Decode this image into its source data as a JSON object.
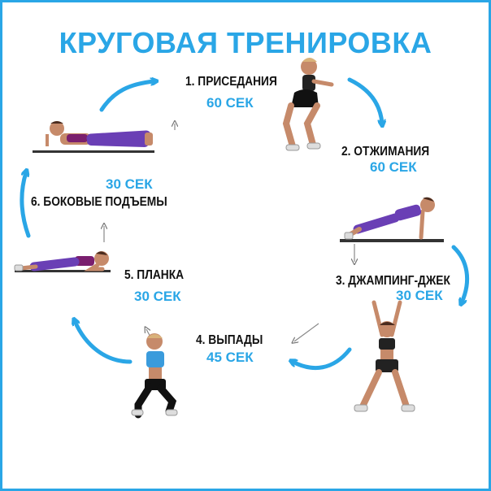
{
  "title": "КРУГОВАЯ ТРЕНИРОВКА",
  "accent_color": "#2aa6e6",
  "exercises": [
    {
      "name": "1. ПРИСЕДАНИЯ",
      "time": "60 СЕК"
    },
    {
      "name": "2. ОТЖИМАНИЯ",
      "time": "60 СЕК"
    },
    {
      "name": "3. ДЖАМПИНГ-ДЖЕК",
      "time": "30 СЕК"
    },
    {
      "name": "4. ВЫПАДЫ",
      "time": "45 СЕК"
    },
    {
      "name": "5. ПЛАНКА",
      "time": "30 СЕК"
    },
    {
      "name": "6. БОКОВЫЕ ПОДЪЕМЫ",
      "time": "30 СЕК"
    }
  ]
}
